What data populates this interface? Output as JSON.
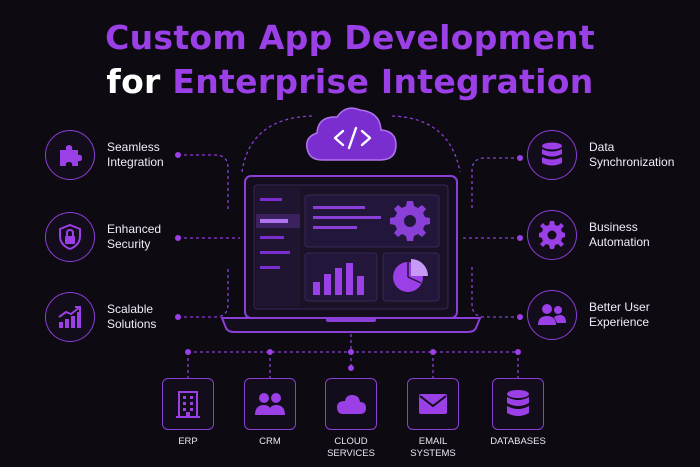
{
  "title": {
    "line1": "Custom App Development",
    "line2_white": "for ",
    "line2_purple": "Enterprise Integration"
  },
  "left_features": [
    {
      "label1": "Seamless",
      "label2": "Integration",
      "icon": "puzzle-icon"
    },
    {
      "label1": "Enhanced",
      "label2": "Security",
      "icon": "shield-lock-icon"
    },
    {
      "label1": "Scalable",
      "label2": "Solutions",
      "icon": "growth-chart-icon"
    }
  ],
  "right_features": [
    {
      "label1": "Data",
      "label2": "Synchronization",
      "icon": "database-icon"
    },
    {
      "label1": "Business",
      "label2": "Automation",
      "icon": "gear-icon"
    },
    {
      "label1": "Better User",
      "label2": "Experience",
      "icon": "users-icon"
    }
  ],
  "systems": [
    {
      "label1": "ERP",
      "label2": "",
      "icon": "building-icon"
    },
    {
      "label1": "CRM",
      "label2": "",
      "icon": "users-icon"
    },
    {
      "label1": "CLOUD",
      "label2": "SERVICES",
      "icon": "cloud-icon"
    },
    {
      "label1": "EMAIL",
      "label2": "SYSTEMS",
      "icon": "envelope-icon"
    },
    {
      "label1": "DATABASES",
      "label2": "",
      "icon": "database-icon"
    }
  ],
  "center": {
    "cloud_icon": "code-cloud-icon",
    "laptop": "laptop-dashboard",
    "colors": {
      "accent": "#9b3fe6",
      "line": "#8a3fd6",
      "background": "#0d0a12"
    }
  }
}
